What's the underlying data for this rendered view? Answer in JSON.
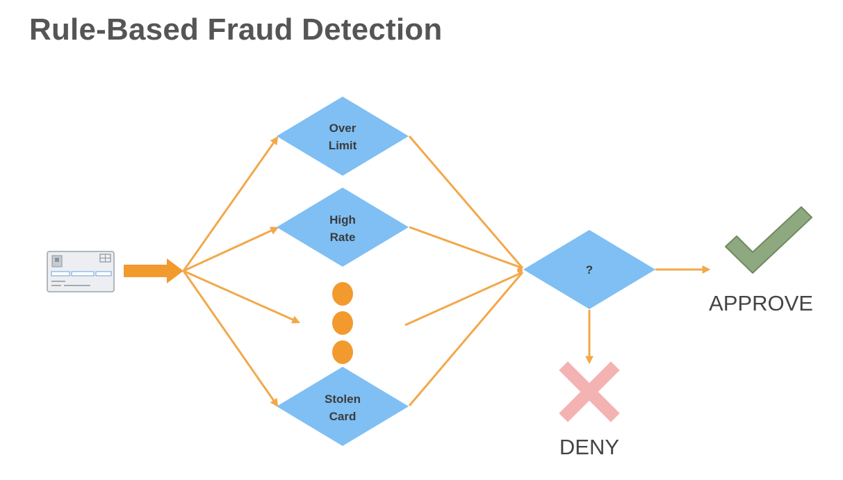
{
  "title": "Rule-Based Fraud Detection",
  "colors": {
    "diamond": "#7fbff3",
    "arrow": "#f2a84a",
    "dots": "#f29a2e",
    "approve": "#8ea97f",
    "deny": "#f4b3b3",
    "text": "#3b3b3b"
  },
  "icons": {
    "input": "credit-card-icon",
    "approve": "checkmark-icon",
    "deny": "x-cross-icon"
  },
  "rules": [
    {
      "id": "over-limit",
      "line1": "Over",
      "line2": "Limit"
    },
    {
      "id": "high-rate",
      "line1": "High",
      "line2": "Rate"
    },
    {
      "id": "stolen-card",
      "line1": "Stolen",
      "line2": "Card"
    }
  ],
  "decision": {
    "label": "?"
  },
  "outcomes": {
    "approve": "APPROVE",
    "deny": "DENY"
  }
}
